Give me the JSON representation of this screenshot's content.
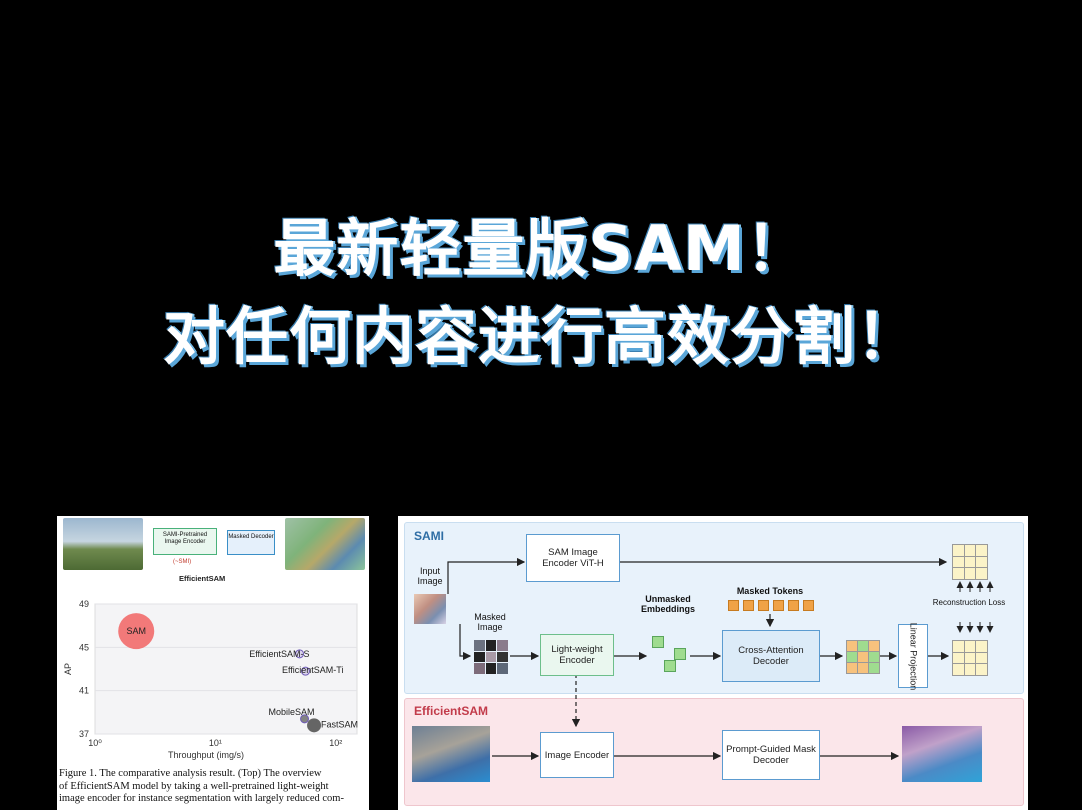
{
  "headline": {
    "line1": "最新轻量版SAM！",
    "line2": "对任何内容进行高效分割！"
  },
  "left_figure": {
    "top_boxes": {
      "encoder_label": "SAMI-Pretrained Image Encoder",
      "smi_note": "(~SMI)",
      "decoder_label": "Masked Decoder",
      "model_name": "EfficientSAM"
    },
    "chart_data": {
      "type": "scatter",
      "xlabel": "Throughput (img/s)",
      "ylabel": "AP",
      "x_scale": "log",
      "xlim": [
        1,
        150
      ],
      "ylim": [
        37,
        49
      ],
      "yticks": [
        "49",
        "45",
        "41",
        "37"
      ],
      "xticks": [
        "10⁰",
        "10¹",
        "10²"
      ],
      "points": [
        {
          "name": "SAM",
          "x": 2.2,
          "y": 46.5,
          "color": "#f26b6b",
          "size": "large"
        },
        {
          "name": "EfficientSAM-S",
          "x": 50,
          "y": 44.4,
          "color": "#b9a7e6",
          "size": "small"
        },
        {
          "name": "EfficientSAM-Ti",
          "x": 56,
          "y": 42.8,
          "color": "#b9a7e6",
          "size": "small"
        },
        {
          "name": "MobileSAM",
          "x": 55,
          "y": 38.4,
          "color": "#777777",
          "size": "small"
        },
        {
          "name": "FastSAM",
          "x": 66,
          "y": 37.8,
          "color": "#555555",
          "size": "medium"
        }
      ]
    },
    "caption": [
      "Figure 1.  The comparative analysis result.  (Top) The overview",
      "of EfficientSAM model by taking a well-pretrained light-weight",
      "image encoder for instance segmentation with largely reduced com-"
    ]
  },
  "right_figure": {
    "sami": {
      "title": "SAMI",
      "input_image": "Input Image",
      "sam_encoder": "SAM Image Encoder ViT-H",
      "masked_image": "Masked Image",
      "unmasked_embeddings": "Unmasked Embeddings",
      "masked_tokens": "Masked Tokens",
      "lightweight_encoder": "Light-weight Encoder",
      "cross_attention_decoder": "Cross-Attention Decoder",
      "linear_projection": "Linear Projection",
      "reconstruction_loss": "Reconstruction Loss"
    },
    "efficientsam": {
      "title": "EfficientSAM",
      "image_encoder": "Image Encoder",
      "mask_decoder": "Prompt-Guided Mask Decoder"
    },
    "colors": {
      "sami_bg": "#e8f2fb",
      "sami_title": "#2e6da4",
      "effsam_bg": "#fbe6ea",
      "effsam_title": "#c23b4a",
      "box_border": "#5b9bd0",
      "token_orange": "#f0a246",
      "embed_green": "#9fdc8f"
    }
  }
}
